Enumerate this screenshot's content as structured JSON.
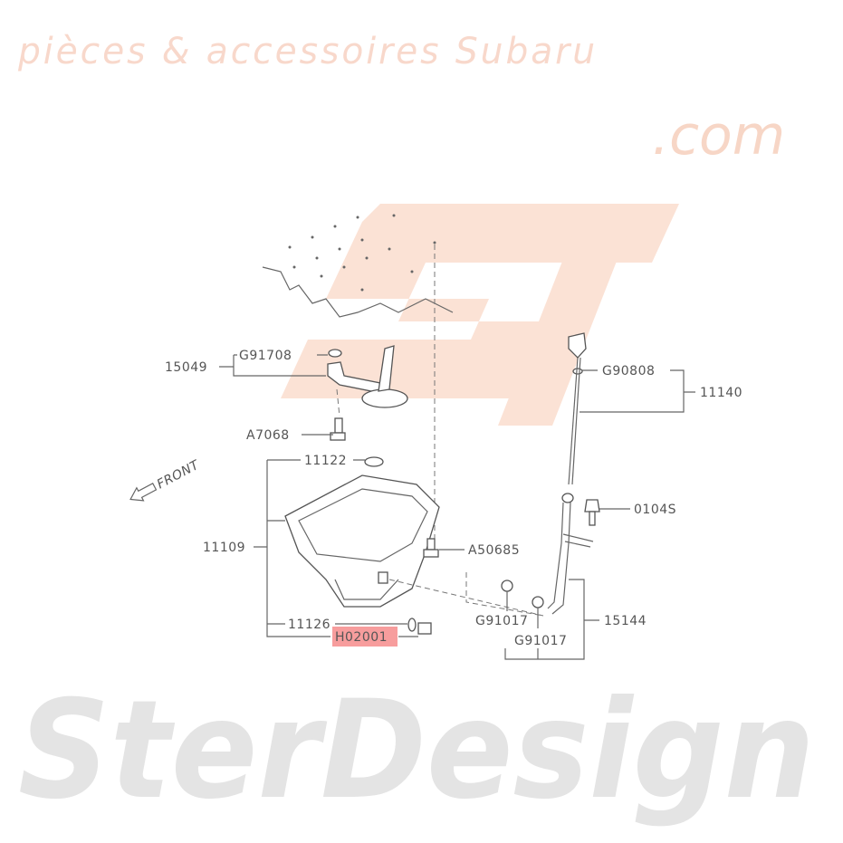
{
  "watermark": {
    "brand": "SterDesign",
    "domain": ".com",
    "tagline": "pièces & accessoires Subaru",
    "logo": "SD"
  },
  "direction_label": "FRONT",
  "highlight_color": "#f47c7c",
  "parts": {
    "p15049": "15049",
    "g91708": "G91708",
    "a7068": "A7068",
    "p11122": "11122",
    "p11109": "11109",
    "p11126": "11126",
    "h02001": "H02001",
    "a50685": "A50685",
    "g90808": "G90808",
    "p11140": "11140",
    "p0104s": "0104S",
    "g91017a": "G91017",
    "g91017b": "G91017",
    "p15144": "15144"
  }
}
